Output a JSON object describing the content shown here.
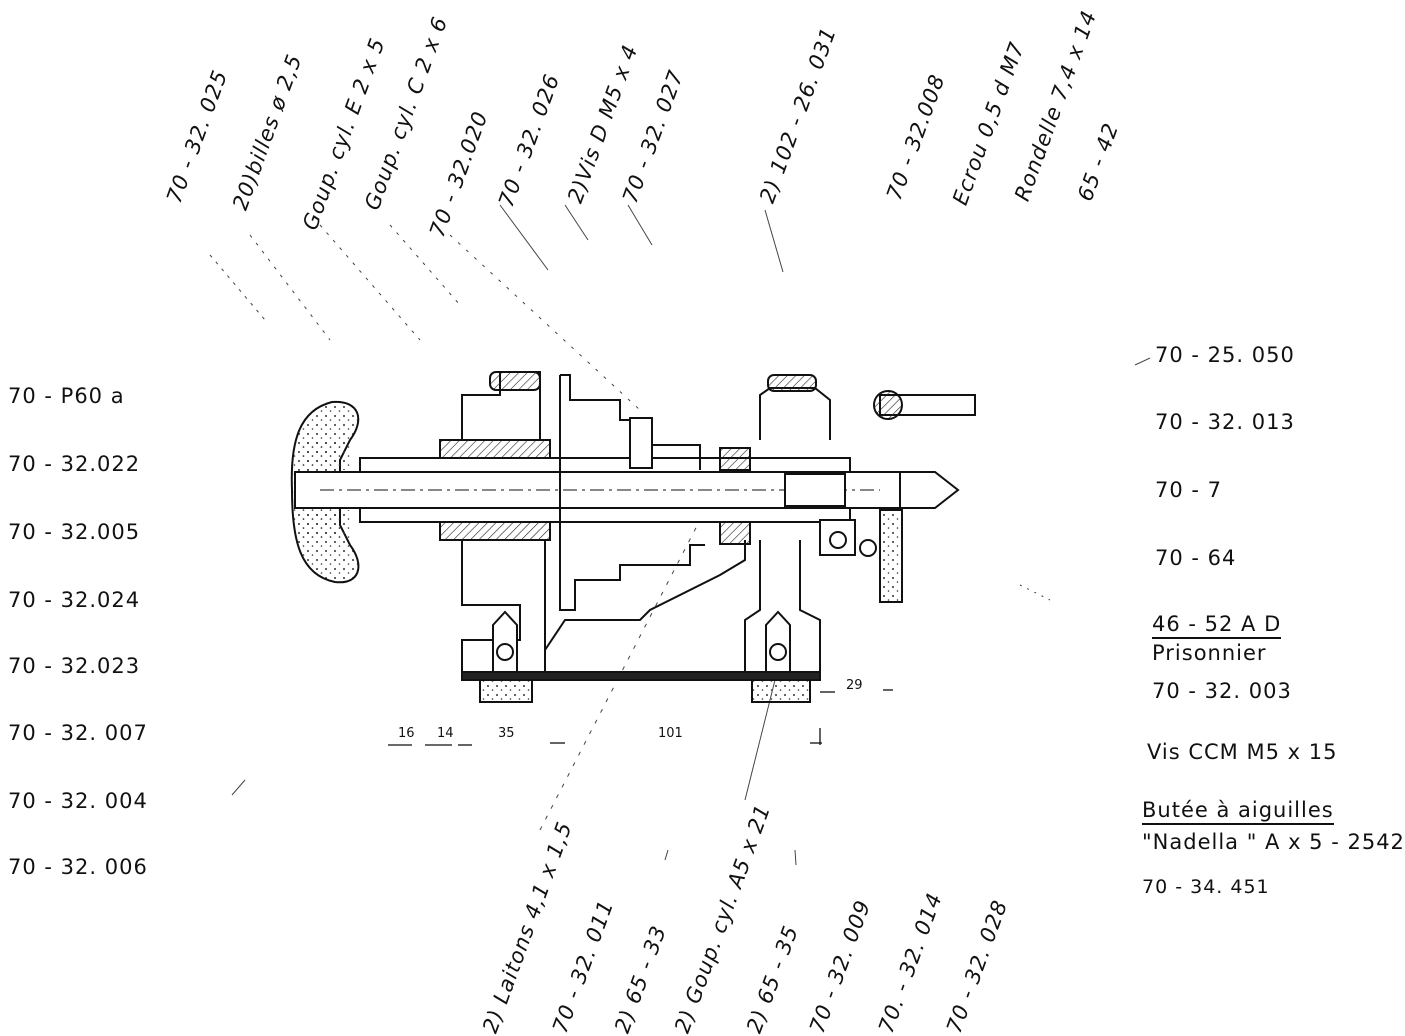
{
  "left_labels": [
    "70 - P60 a",
    "70 - 32.022",
    "70 - 32.005",
    "70 - 32.024",
    "70 - 32.023",
    "70 - 32. 007",
    "70 - 32. 004",
    "70 -  32. 006"
  ],
  "top_labels": [
    "70 - 32. 025",
    "20)billes ø 2,5",
    "Goup. cyl. E  2 x 5",
    "Goup. cyl. C  2 x 6",
    "70 - 32.020",
    "70 - 32. 026",
    "2)Vis D M5 x 4",
    "70 - 32. 027",
    "2) 102 - 26. 031",
    "70 - 32.008",
    "Ecrou  0,5 d M7",
    "Rondelle  7,4 x 14",
    "65 - 42"
  ],
  "right_labels": {
    "r1": "70 - 25. 050",
    "r2": "70 - 32. 013",
    "r3": "70 - 7",
    "r4": "70 - 64",
    "r5_title": "46 - 52  A D",
    "r5_sub": "Prisonnier",
    "r6": "70 - 32. 003",
    "r7": "Vis CCM  M5 x 15",
    "r8_title": "Butée  à  aiguilles",
    "r8_sub": "\"Nadella \" A x 5 - 2542",
    "r9": "70 - 34. 451"
  },
  "bottom_labels": [
    "2) Laitons 4,1 x 1,5",
    "70 - 32. 011",
    "2) 65 - 33",
    "2) Goup. cyl. A5 x 21",
    "2) 65 - 35",
    "70 - 32. 009",
    "70. - 32. 014",
    "70 - 32. 028"
  ],
  "dimensions": {
    "d16": "16",
    "d14": "14",
    "d35": "35",
    "d101": "101",
    "d29": "29"
  },
  "colors": {
    "ink": "#111111",
    "paper": "#ffffff"
  }
}
